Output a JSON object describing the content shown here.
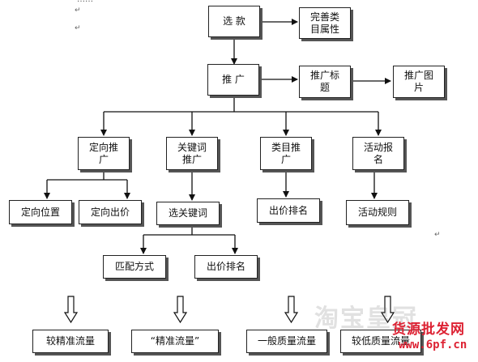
{
  "top_fragment": "……",
  "paragraph_mark": "↵",
  "nodes": {
    "xuankuan": "选  款",
    "wanshan": "完善类\n目属性",
    "tuiguang": "推  广",
    "biaoti": "推广标\n题",
    "tupian": "推广图\n片",
    "dingxiang": "定向推\n广",
    "guanjianci": "关键词\n推广",
    "leimu": "类目推\n广",
    "huodong": "活动报\n名",
    "dxweizhi": "定向位置",
    "dxchujia": "定向出价",
    "xuanguanjianci": "选关键词",
    "leimu_paiming": "出价排名",
    "huodong_guize": "活动规则",
    "pipei": "匹配方式",
    "kw_paiming": "出价排名",
    "liuliang1": "较精准流量",
    "liuliang2": "“精准流量”",
    "liuliang3": "一般质量流量",
    "liuliang4": "较低质量流量"
  },
  "watermark": {
    "text": "货源批发网",
    "url": "www.6pf.cn",
    "faint": "淘宝皇冠"
  }
}
